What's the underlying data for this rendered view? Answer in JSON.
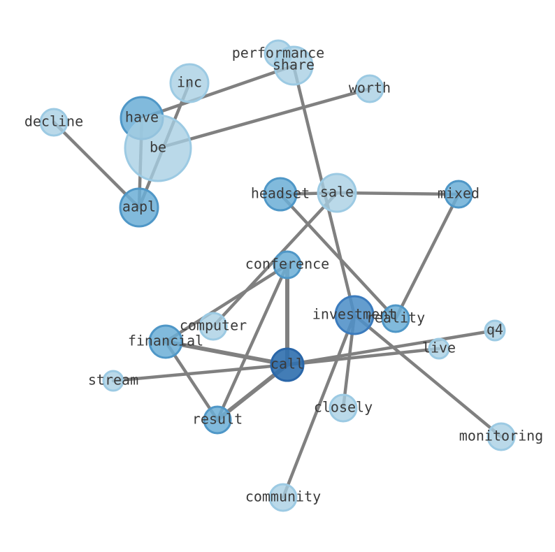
{
  "graph": {
    "nodes": [
      {
        "id": "performance",
        "label": "performance",
        "weight": 1,
        "shade": 1
      },
      {
        "id": "share",
        "label": "share",
        "weight": 2,
        "shade": 1
      },
      {
        "id": "inc",
        "label": "inc",
        "weight": 2,
        "shade": 1
      },
      {
        "id": "worth",
        "label": "worth",
        "weight": 1,
        "shade": 1
      },
      {
        "id": "decline",
        "label": "decline",
        "weight": 1,
        "shade": 1
      },
      {
        "id": "have",
        "label": "have",
        "weight": 3,
        "shade": 3
      },
      {
        "id": "be",
        "label": "be",
        "weight": 6,
        "shade": 1
      },
      {
        "id": "aapl",
        "label": "aapl",
        "weight": 3,
        "shade": 3
      },
      {
        "id": "headset",
        "label": "headset",
        "weight": 2,
        "shade": 3
      },
      {
        "id": "sale",
        "label": "sale",
        "weight": 2,
        "shade": 1
      },
      {
        "id": "mixed",
        "label": "mixed",
        "weight": 1,
        "shade": 3
      },
      {
        "id": "conference",
        "label": "conference",
        "weight": 1,
        "shade": 3
      },
      {
        "id": "investment",
        "label": "investment",
        "weight": 3,
        "shade": 4
      },
      {
        "id": "reality",
        "label": "reality",
        "weight": 1,
        "shade": 3
      },
      {
        "id": "computer",
        "label": "computer",
        "weight": 1,
        "shade": 1
      },
      {
        "id": "financial",
        "label": "financial",
        "weight": 2,
        "shade": 3
      },
      {
        "id": "q4",
        "label": "q4",
        "weight": 1,
        "shade": 1
      },
      {
        "id": "live",
        "label": "live",
        "weight": 1,
        "shade": 1
      },
      {
        "id": "call",
        "label": "call",
        "weight": 2,
        "shade": 5
      },
      {
        "id": "stream",
        "label": "stream",
        "weight": 1,
        "shade": 1
      },
      {
        "id": "closely",
        "label": "closely",
        "weight": 1,
        "shade": 1
      },
      {
        "id": "result",
        "label": "result",
        "weight": 1,
        "shade": 3
      },
      {
        "id": "monitoring",
        "label": "monitoring",
        "weight": 1,
        "shade": 1
      },
      {
        "id": "community",
        "label": "community",
        "weight": 1,
        "shade": 1
      }
    ],
    "edges": [
      {
        "source": "have",
        "target": "share",
        "weight": 1
      },
      {
        "source": "inc",
        "target": "aapl",
        "weight": 1
      },
      {
        "source": "be",
        "target": "worth",
        "weight": 1
      },
      {
        "source": "decline",
        "target": "aapl",
        "weight": 1
      },
      {
        "source": "have",
        "target": "aapl",
        "weight": 1
      },
      {
        "source": "share",
        "target": "investment",
        "weight": 1
      },
      {
        "source": "headset",
        "target": "sale",
        "weight": 1
      },
      {
        "source": "sale",
        "target": "mixed",
        "weight": 1
      },
      {
        "source": "mixed",
        "target": "reality",
        "weight": 1
      },
      {
        "source": "headset",
        "target": "reality",
        "weight": 1
      },
      {
        "source": "sale",
        "target": "computer",
        "weight": 1
      },
      {
        "source": "conference",
        "target": "financial",
        "weight": 1
      },
      {
        "source": "conference",
        "target": "call",
        "weight": 2
      },
      {
        "source": "conference",
        "target": "result",
        "weight": 1
      },
      {
        "source": "financial",
        "target": "call",
        "weight": 2
      },
      {
        "source": "financial",
        "target": "result",
        "weight": 1
      },
      {
        "source": "call",
        "target": "result",
        "weight": 2
      },
      {
        "source": "call",
        "target": "stream",
        "weight": 1
      },
      {
        "source": "call",
        "target": "q4",
        "weight": 1
      },
      {
        "source": "call",
        "target": "live",
        "weight": 1
      },
      {
        "source": "investment",
        "target": "closely",
        "weight": 1
      },
      {
        "source": "investment",
        "target": "monitoring",
        "weight": 1
      },
      {
        "source": "investment",
        "target": "community",
        "weight": 1
      }
    ],
    "colors": {
      "edge": "#808080",
      "label": "#3a3a3a",
      "shades": {
        "1": {
          "fill": "#a6cee3",
          "stroke": "#9ccae3"
        },
        "3": {
          "fill": "#6baed6",
          "stroke": "#4f97c7"
        },
        "4": {
          "fill": "#4f8fc7",
          "stroke": "#3b7bbd"
        },
        "5": {
          "fill": "#2f6fae",
          "stroke": "#2a66a8"
        }
      }
    }
  }
}
